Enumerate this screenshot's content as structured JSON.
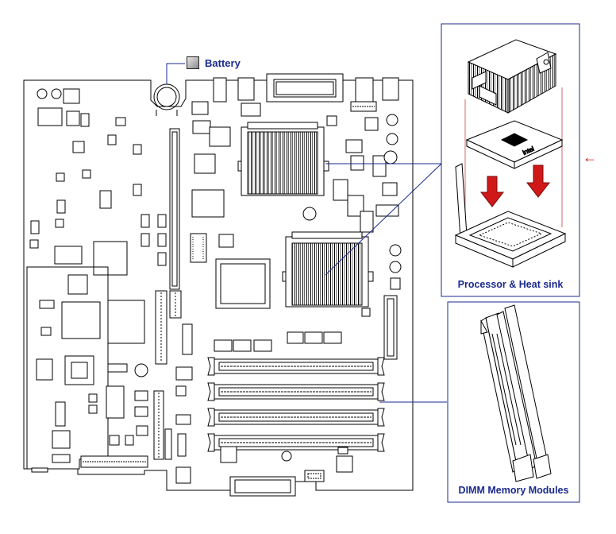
{
  "labels": {
    "battery": "Battery",
    "processor": "Processor & Heat sink",
    "dimm": "DIMM Memory Modules",
    "arrow": "←"
  },
  "icons": {
    "battery_icon": "battery-swatch-icon",
    "pointer": "left-arrow-icon",
    "insert_arrows": "down-arrow-icon"
  },
  "colors": {
    "label": "#1a2a8c",
    "line": "#000000",
    "callout_line": "#1a2a8c",
    "insert_arrow": "#d01818",
    "guide_lines": "#d04040"
  },
  "dimm_slot_count": 4,
  "cpu_count": 2
}
